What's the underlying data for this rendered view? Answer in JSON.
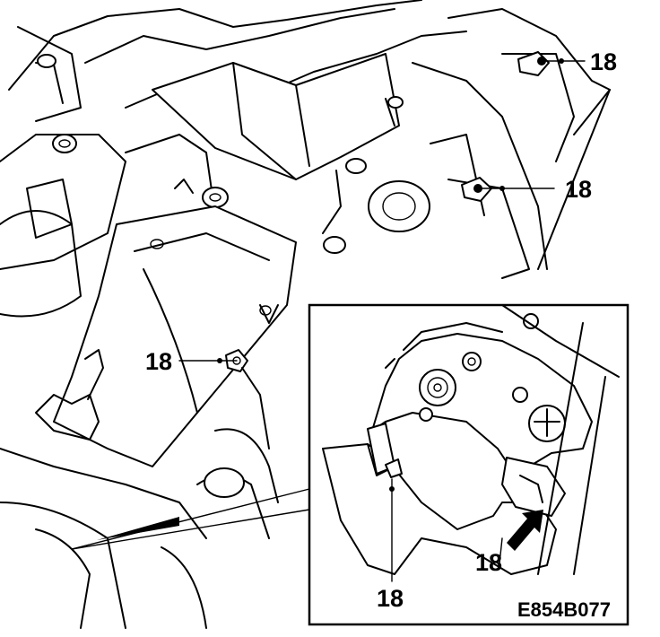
{
  "callouts": {
    "top_right_upper": "18",
    "top_right_lower": "18",
    "left_middle": "18",
    "inset_bottom_left": "18",
    "inset_bottom_right": "18"
  },
  "figure_code": "E854B077"
}
